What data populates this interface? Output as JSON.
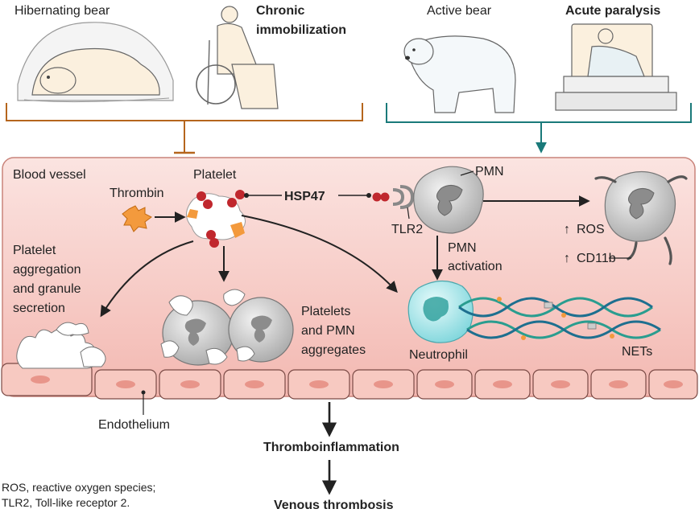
{
  "scene": {
    "hibernating_bear": "Hibernating bear",
    "chronic_line1": "Chronic",
    "chronic_line2": "immobilization",
    "active_bear": "Active bear",
    "acute_paralysis": "Acute paralysis"
  },
  "vessel": {
    "blood_vessel": "Blood vessel",
    "thrombin": "Thrombin",
    "platelet": "Platelet",
    "hsp47": "HSP47",
    "pmn": "PMN",
    "tlr2": "TLR2",
    "pmn_activation_1": "PMN",
    "pmn_activation_2": "activation",
    "ros": "ROS",
    "cd11b": "CD11b",
    "aggregation_1": "Platelet",
    "aggregation_2": "aggregation",
    "aggregation_3": "and granule",
    "aggregation_4": "secretion",
    "aggregates_1": "Platelets",
    "aggregates_2": "and PMN",
    "aggregates_3": "aggregates",
    "neutrophil": "Neutrophil",
    "nets": "NETs",
    "endothelium": "Endothelium"
  },
  "outcomes": {
    "thromboinflammation": "Thromboinflammation",
    "venous_thrombosis": "Venous thrombosis"
  },
  "footnote": {
    "line1": "ROS, reactive oxygen species;",
    "line2": "TLR2, Toll-like receptor 2."
  },
  "colors": {
    "inhibit_bracket": "#b5651d",
    "activate_bracket": "#1a7a7a",
    "vessel_fill": "#f6c9c4",
    "vessel_stroke": "#c9837a",
    "platelet_red": "#c0272d",
    "thrombin_orange": "#f39a3d",
    "dna_teal": "#2a9d8f"
  }
}
